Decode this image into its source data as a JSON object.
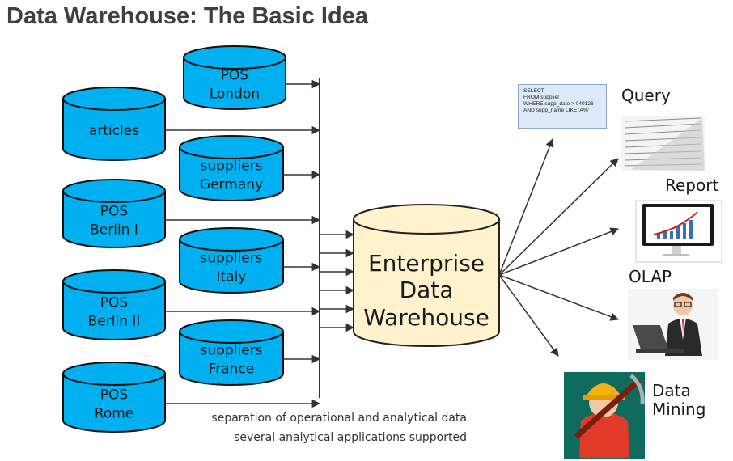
{
  "title": "Data Warehouse: The Basic Idea",
  "sources": [
    {
      "id": "pos-london",
      "lines": [
        "POS",
        "London"
      ]
    },
    {
      "id": "articles",
      "lines": [
        "articles"
      ]
    },
    {
      "id": "suppliers-germany",
      "lines": [
        "suppliers",
        "Germany"
      ]
    },
    {
      "id": "pos-berlin-1",
      "lines": [
        "POS",
        "Berlin I"
      ]
    },
    {
      "id": "suppliers-italy",
      "lines": [
        "suppliers",
        "Italy"
      ]
    },
    {
      "id": "pos-berlin-2",
      "lines": [
        "POS",
        "Berlin II"
      ]
    },
    {
      "id": "suppliers-france",
      "lines": [
        "suppliers",
        "France"
      ]
    },
    {
      "id": "pos-rome",
      "lines": [
        "POS",
        "Rome"
      ]
    }
  ],
  "warehouse": {
    "lines": [
      "Enterprise",
      "Data",
      "Warehouse"
    ]
  },
  "applications": {
    "query": "Query",
    "report": "Report",
    "olap": "OLAP",
    "data_mining": "Data\nMining"
  },
  "sql_snippet": {
    "line1": "SELECT",
    "line2": "FROM supplier",
    "line3": "WHERE supp_date > 040126",
    "line4": "AND supp_name LIKE 'A%'"
  },
  "captions": {
    "line1": "separation of operational and analytical data",
    "line2": "several analytical applications supported"
  },
  "colors": {
    "source_fill": "#00b0f0",
    "warehouse_fill": "#fff2cc",
    "title": "#404040"
  }
}
